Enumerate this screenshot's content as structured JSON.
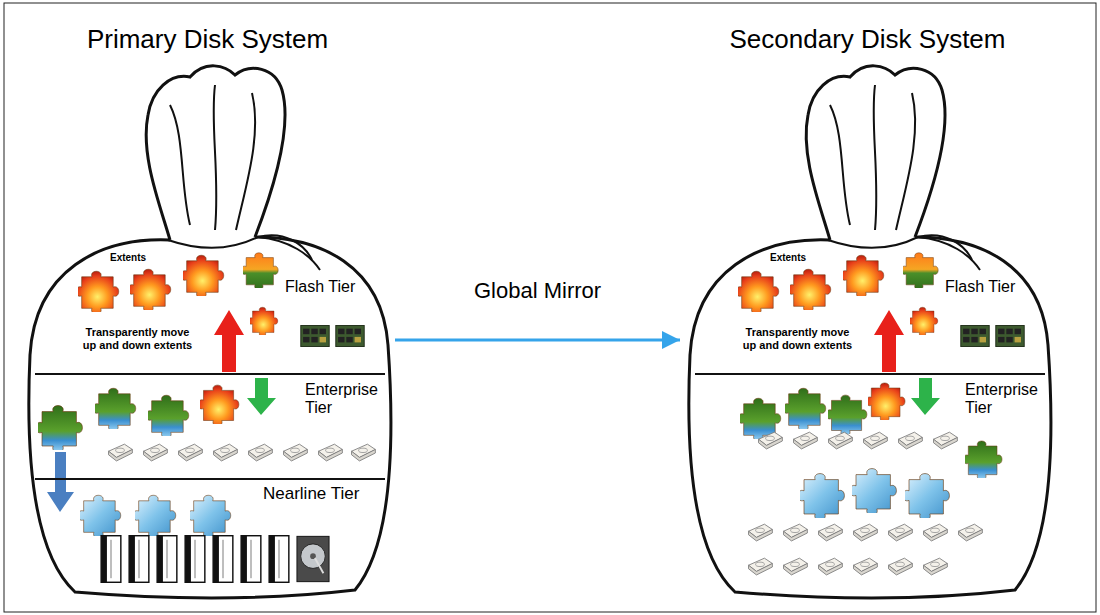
{
  "diagram": {
    "nodes": [
      {
        "text": [
          "Primary Disk System"
        ]
      },
      {
        "text": [
          "Extents",
          "Transparently move up and down extents",
          "Flash Tier"
        ],
        "in": 0
      },
      {
        "text": [
          "Enterprise Tier"
        ],
        "in": 0
      },
      {
        "text": [
          "Nearline Tier"
        ],
        "in": 0
      },
      {
        "text": [
          "Secondary Disk System"
        ]
      },
      {
        "text": [
          "Extents",
          "Transparently move up and down extents",
          "Flash Tier"
        ],
        "in": 4
      },
      {
        "text": [
          "Enterprise Tier"
        ],
        "in": 4
      }
    ],
    "edges": [
      {
        "from": 0,
        "to": 4,
        "arrow": "to",
        "label": "Global Mirror"
      }
    ]
  }
}
